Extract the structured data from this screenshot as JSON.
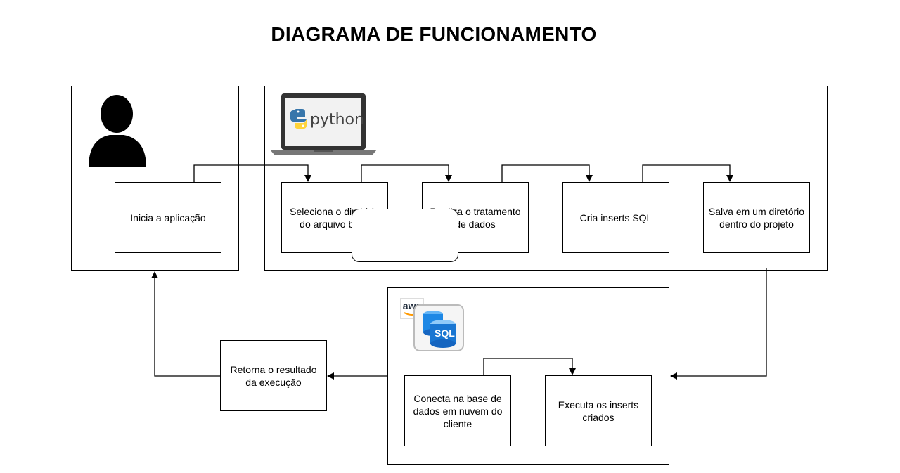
{
  "title": "DIAGRAMA DE FUNCIONAMENTO",
  "icons": {
    "user": "user-silhouette-icon",
    "laptop": "laptop-icon",
    "python_label": "python",
    "aws_label": "aws",
    "sql_label": "SQL"
  },
  "nodes": {
    "inicia": "Inicia a aplicação",
    "seleciona": "Seleciona o diretório\ndo arquivo base",
    "tratamento": "Realiza o tratamento\nde dados",
    "cria": "Cria inserts SQL",
    "salva": "Salva em um diretório\ndentro do projeto",
    "retorna": "Retorna o resultado\nda execução",
    "conecta": "Conecta na base de\ndados em nuvem do\ncliente",
    "executa": "Executa os inserts\ncriados"
  },
  "colors": {
    "line": "#000000",
    "python_blue": "#3776AB",
    "python_yellow": "#FFD43B",
    "aws_orange": "#FF9900",
    "sql_blue": "#1E88E5"
  }
}
